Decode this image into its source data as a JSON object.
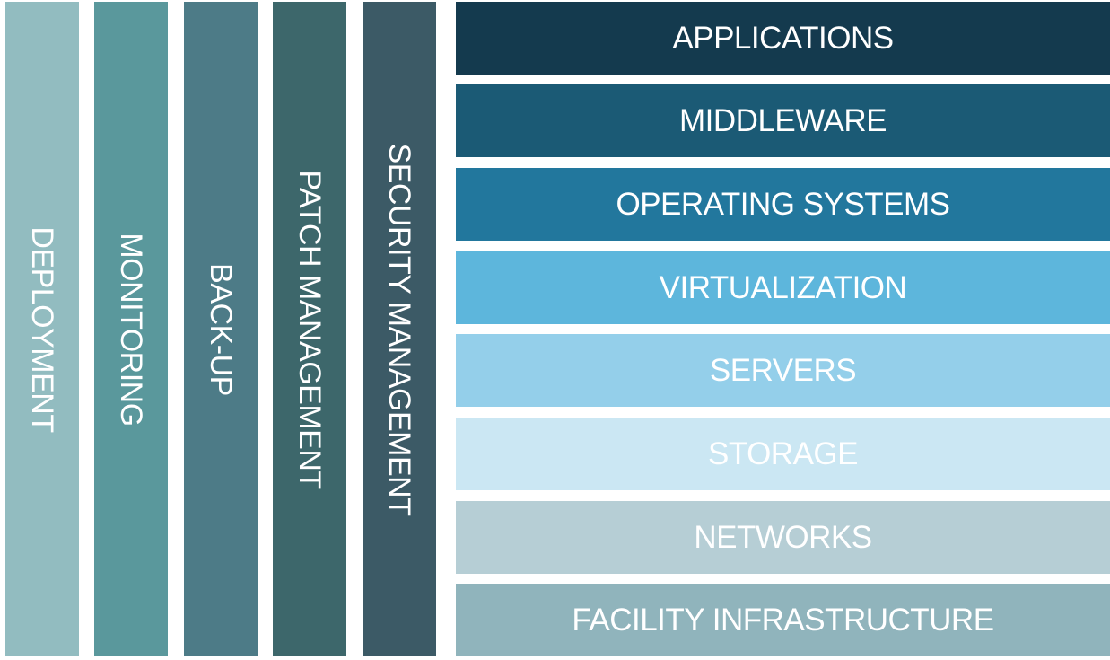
{
  "columns": [
    {
      "label": "DEPLOYMENT",
      "color": "#92bcc0"
    },
    {
      "label": "MONITORING",
      "color": "#5a989c"
    },
    {
      "label": "BACK-UP",
      "color": "#4d7b87"
    },
    {
      "label": "PATCH MANAGEMENT",
      "color": "#3d676b"
    },
    {
      "label": "SECURITY MANAGEMENT",
      "color": "#3c5a66"
    }
  ],
  "layers": [
    {
      "label": "APPLICATIONS",
      "color": "#143a4e"
    },
    {
      "label": "MIDDLEWARE",
      "color": "#1b5a75"
    },
    {
      "label": "OPERATING SYSTEMS",
      "color": "#22779d"
    },
    {
      "label": "VIRTUALIZATION",
      "color": "#5db6dc"
    },
    {
      "label": "SERVERS",
      "color": "#94cfea"
    },
    {
      "label": "STORAGE",
      "color": "#cbe7f3"
    },
    {
      "label": "NETWORKS",
      "color": "#b6ced5"
    },
    {
      "label": "FACILITY INFRASTRUCTURE",
      "color": "#90b4bc"
    }
  ]
}
